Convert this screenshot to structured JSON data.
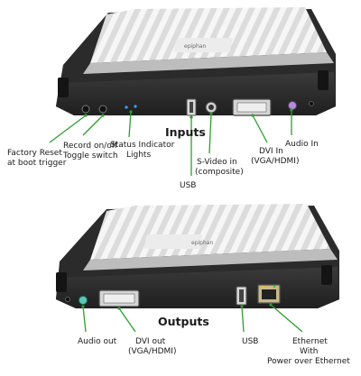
{
  "top_device": {
    "section_title": "Inputs",
    "labels": {
      "factory_reset": [
        "Factory Reset",
        "at boot trigger"
      ],
      "record_toggle": [
        "Record on/off",
        "Toggle switch"
      ],
      "status_lights": [
        "Status Indicator",
        "Lights"
      ],
      "usb": [
        "USB"
      ],
      "svideo": [
        "S-Video in",
        "(composite)"
      ],
      "dvi_in": [
        "DVI In",
        "(VGA/HDMI)"
      ],
      "audio_in": [
        "Audio In"
      ]
    }
  },
  "bottom_device": {
    "section_title": "Outputs",
    "labels": {
      "audio_out": [
        "Audio out"
      ],
      "dvi_out": [
        "DVI out",
        "(VGA/HDMI)"
      ],
      "usb": [
        "USB"
      ],
      "ethernet": [
        "Ethernet",
        "With",
        "Power over Ethernet"
      ]
    }
  },
  "colors": {
    "leader": "#2ca02c",
    "body_dark": "#2b2b2b",
    "body_light": "#e9e9e9",
    "status_led": "#3aa0ff"
  },
  "icons": [
    "device-chassis",
    "ventilation-fins",
    "rubber-foot"
  ]
}
